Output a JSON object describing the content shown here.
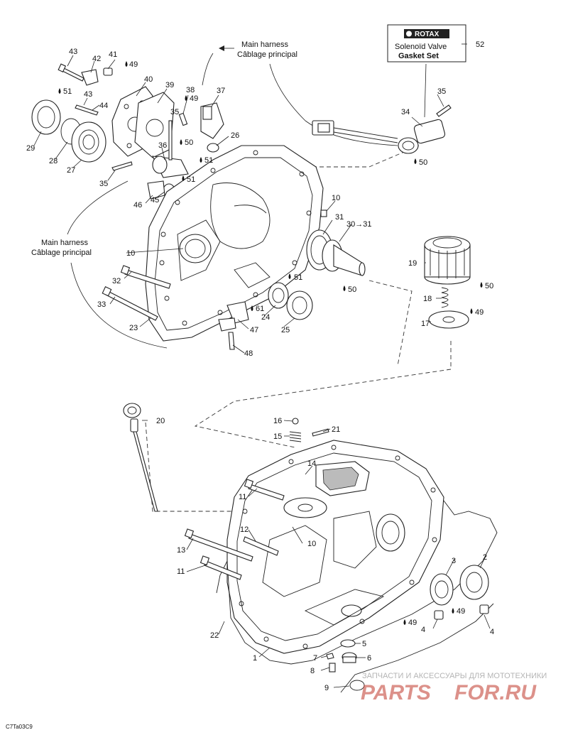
{
  "callouts": {
    "n43a": "43",
    "n42": "42",
    "n41": "41",
    "n49a": "49",
    "n51a": "51",
    "n43b": "43",
    "n44": "44",
    "n40": "40",
    "n39": "39",
    "n38": "38",
    "n49b": "49",
    "n35a": "35",
    "n50a": "50",
    "n37": "37",
    "n26": "26",
    "n36": "36",
    "n51b": "51",
    "n29": "29",
    "n28": "28",
    "n27": "27",
    "n35b": "35",
    "n45": "45",
    "n51c": "51",
    "n46": "46",
    "n52": "52",
    "n35c": "35",
    "n34": "34",
    "n50b": "50",
    "n10a": "10",
    "n31": "31",
    "n30": "30→31",
    "n50c": "50",
    "n10b": "10",
    "n19": "19",
    "n50d": "50",
    "n18": "18",
    "n49c": "49",
    "n17": "17",
    "n32": "32",
    "n33": "33",
    "n23": "23",
    "n24": "24",
    "n51d": "51",
    "n61": "61",
    "n47": "47",
    "n25": "25",
    "n48": "48",
    "n20": "20",
    "n16": "16",
    "n15": "15",
    "n21": "21",
    "n14": "14",
    "n11a": "11",
    "n12": "12",
    "n10c": "10",
    "n13": "13",
    "n11b": "11",
    "n22": "22",
    "n1": "1",
    "n3": "3",
    "n2": "2",
    "n49d": "49",
    "n49e": "49",
    "n4a": "4",
    "n4b": "4",
    "n5": "5",
    "n7": "7",
    "n6": "6",
    "n8": "8",
    "n9": "9"
  },
  "harness_top": {
    "line1": "Main harness",
    "line2": "Câblage principal"
  },
  "harness_left": {
    "line1": "Main harness",
    "line2": "Câblage principal"
  },
  "rotax_box": {
    "brand": "ROTAX",
    "line1": "Solenoïd Valve",
    "line2": "Gasket Set"
  },
  "footer_code": "C7Ta03C9",
  "watermark": {
    "top": "ЗАПЧАСТИ И АКСЕССУАРЫ ДЛЯ МОТОТЕХНИКИ",
    "brand_left": "PARTS",
    "brand_right": "FOR.RU"
  }
}
